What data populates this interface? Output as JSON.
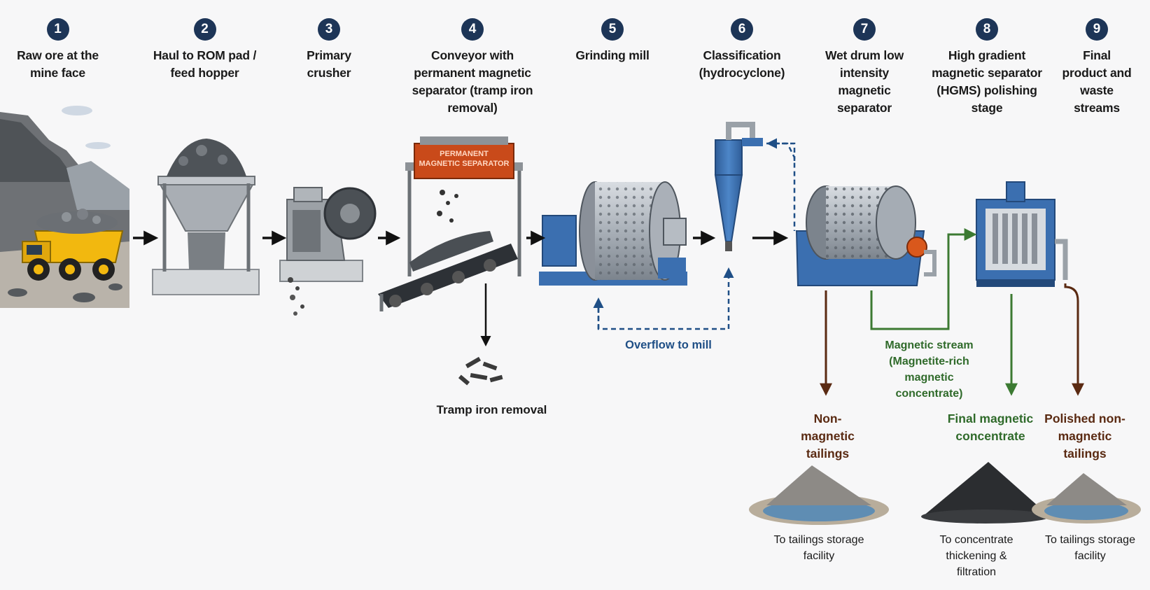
{
  "steps": [
    {
      "num": "1",
      "label": "Raw ore at the mine face"
    },
    {
      "num": "2",
      "label": "Haul to ROM pad / feed hopper"
    },
    {
      "num": "3",
      "label": "Primary crusher"
    },
    {
      "num": "4",
      "label": "Conveyor with permanent magnetic separator (tramp iron removal)"
    },
    {
      "num": "5",
      "label": "Grinding mill"
    },
    {
      "num": "6",
      "label": "Classification (hydrocyclone)"
    },
    {
      "num": "7",
      "label": "Wet drum low intensity magnetic separator"
    },
    {
      "num": "8",
      "label": "High gradient magnetic separator (HGMS) polishing stage"
    },
    {
      "num": "9",
      "label": "Final product and waste streams"
    }
  ],
  "equipment": {
    "separator_label": "PERMANENT MAGNETIC SEPARATOR"
  },
  "streams": {
    "tramp": "Tramp iron removal",
    "overflow": "Overflow to mill",
    "magnetic_stream": "Magnetic stream (Magnetite-rich magnetic concentrate)",
    "nonmag": "Non-magnetic tailings",
    "final_conc": "Final magnetic concentrate",
    "polished": "Polished non-magnetic tailings"
  },
  "destinations": {
    "tails1": "To tailings storage facility",
    "conc": "To concentrate thickening & filtration",
    "tails2": "To tailings storage facility"
  },
  "colors": {
    "badge": "#1d3557",
    "brown_stream": "#5a2a12",
    "green_stream": "#3c7a32",
    "recycle_blue": "#1f4f86",
    "equipment_blue": "#3b6fb0",
    "truck_yellow": "#f2b80f",
    "separator_orange": "#c94a1a"
  }
}
